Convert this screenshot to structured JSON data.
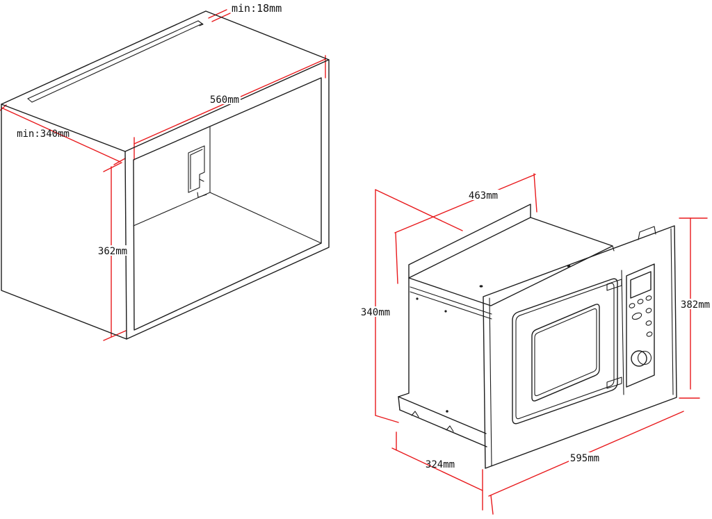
{
  "page": {
    "background": "#ffffff"
  },
  "colors": {
    "dimension_line": "#e8191c",
    "drawing_line": "#1c1c1c",
    "label_text": "#111111"
  },
  "cutout_drawing": {
    "name": "cabinet-cutout",
    "dimensions": {
      "slot_min": "min:18mm",
      "width": "560mm",
      "depth_min": "min:340mm",
      "height": "362mm"
    }
  },
  "oven_drawing": {
    "name": "built-in-microwave",
    "dimensions": {
      "body_width": "463mm",
      "body_height": "340mm",
      "trim_height": "382mm",
      "body_depth": "324mm",
      "trim_width": "595mm"
    }
  }
}
